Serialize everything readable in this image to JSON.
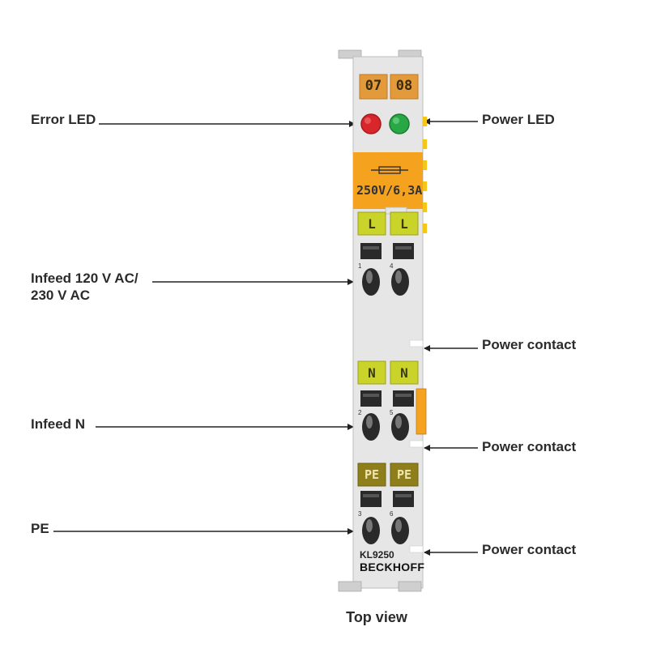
{
  "callouts": {
    "error_led": "Error LED",
    "power_led": "Power LED",
    "infeed_ac_line1": "Infeed 120 V AC/",
    "infeed_ac_line2": "230 V AC",
    "power_contact_1": "Power contact",
    "infeed_n": "Infeed N",
    "power_contact_2": "Power contact",
    "pe": "PE",
    "power_contact_3": "Power contact"
  },
  "module": {
    "channel_a": "07",
    "channel_b": "08",
    "fuse_rating": "250V/6,3A",
    "terminal_l_a": "L",
    "terminal_l_b": "L",
    "terminal_n_a": "N",
    "terminal_n_b": "N",
    "terminal_pe_a": "PE",
    "terminal_pe_b": "PE",
    "pins": [
      "1",
      "4",
      "2",
      "5",
      "3",
      "6"
    ],
    "model": "KL9250",
    "brand": "BECKHOFF"
  },
  "caption": "Top view",
  "colors": {
    "body": "#e6e6e6",
    "orange": "#f5a21e",
    "error_led": "#d8262a",
    "power_led": "#28a845",
    "terminal_yellow": "#c9d32a",
    "terminal_olive": "#8f7f1a",
    "leader": "#222222"
  }
}
